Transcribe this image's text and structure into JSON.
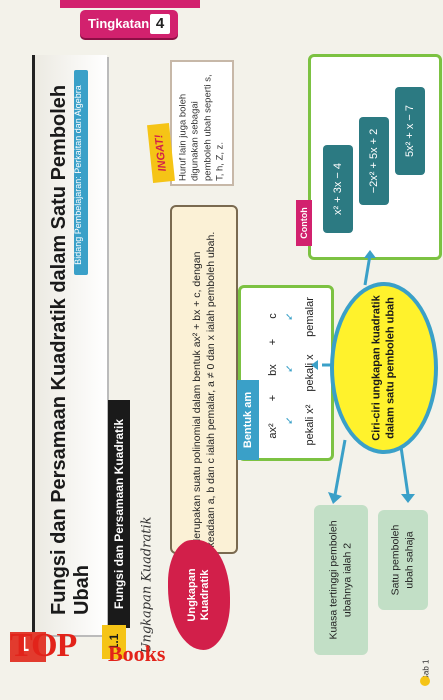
{
  "tab": {
    "label": "Tingkatan",
    "number": "4"
  },
  "chapter": {
    "number": "1",
    "title": "Fungsi dan Persamaan Kuadratik dalam Satu Pemboleh Ubah",
    "subtitle": "Bidang Pembelajaran: Perkaitan dan Algebra"
  },
  "section": {
    "number": "1.1",
    "title": "Fungsi dan Persamaan Kuadratik",
    "handwritten": "Ungkapan Kuadratik"
  },
  "definition": {
    "tag": "Ungkapan Kuadratik",
    "text": "Merupakan suatu polinomial dalam bentuk ax² + bx + c, dengan keadaan a, b dan c ialah pemalar, a ≠ 0 dan x ialah pemboleh ubah."
  },
  "ingat": {
    "tag": "INGAT!",
    "text": "Huruf lain juga boleh digunakan sebagai pemboleh ubah seperti s, T, h, Z, z."
  },
  "bentuk_am": {
    "label": "Bentuk am",
    "terms": [
      "ax²",
      "+",
      "bx",
      "+",
      "c"
    ],
    "labels": [
      "pekali x²",
      "pekali x",
      "pemalar"
    ]
  },
  "contoh": {
    "label": "Contoh",
    "examples": [
      "x² + 3x − 4",
      "−2x² + 5x + 2",
      "5x² + x − 7"
    ]
  },
  "center": {
    "text": "Ciri-ciri ungkapan kuadratik dalam satu pemboleh ubah"
  },
  "cards": [
    {
      "text": "Kuasa tertinggi pemboleh ubahnya ialah 2"
    },
    {
      "text": "Satu pemboleh ubah sahaja"
    }
  ],
  "footer": {
    "text": "Bab 1"
  },
  "logo": {
    "top": "TOP",
    "books": "Books"
  }
}
